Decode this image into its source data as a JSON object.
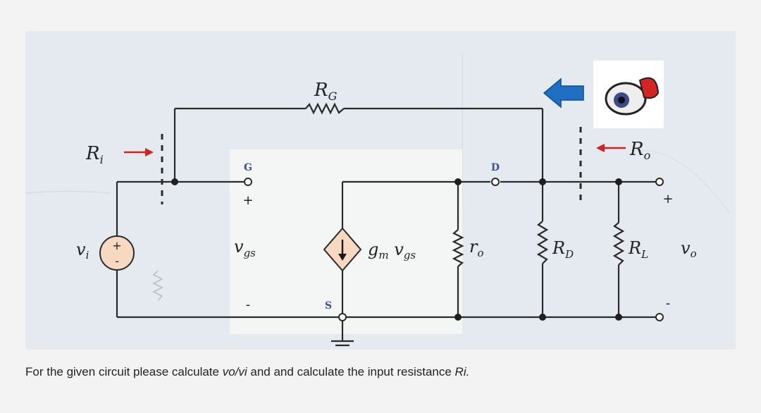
{
  "caption": {
    "text_before": "For the given circuit please calculate ",
    "ratio": "vo/vi",
    "text_middle": " and and calculate the input resistance ",
    "ri": "Ri."
  },
  "circuit": {
    "labels": {
      "rg": "R",
      "rg_sub": "G",
      "ri": "R",
      "ri_sub": "i",
      "ro": "R",
      "ro_sub": "o",
      "vi": "v",
      "vi_sub": "i",
      "vgs": "v",
      "vgs_sub": "gs",
      "gm_vgs": "g",
      "gm_sub": "m",
      "gm_v": " v",
      "gm_v_sub": "gs",
      "r_o": "r",
      "r_o_sub": "o",
      "rd": "R",
      "rd_sub": "D",
      "rl": "R",
      "rl_sub": "L",
      "vo": "v",
      "vo_sub": "o"
    },
    "nodes": {
      "g": "G",
      "d": "D",
      "s": "S"
    },
    "signs": {
      "vgs_plus": "+",
      "vgs_minus": "-",
      "vo_plus": "+",
      "vo_minus": "-"
    },
    "colors": {
      "arrow_red": "#d32020",
      "blue_arrow": "#1f6fc2",
      "node_label": "#3b4f9a"
    }
  }
}
